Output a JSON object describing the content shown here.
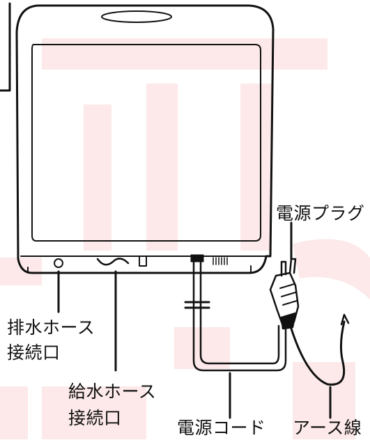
{
  "labels": {
    "power_plug": "電源プラグ",
    "drain_hose_connection": [
      "排水ホース",
      "接続口"
    ],
    "water_supply_hose_connection": [
      "給水ホース",
      "接続口"
    ],
    "power_cord": "電源コード",
    "earth_wire": "アース線"
  },
  "colors": {
    "line": "#111111",
    "watermark": "#fde9e9",
    "background": "#ffffff"
  }
}
